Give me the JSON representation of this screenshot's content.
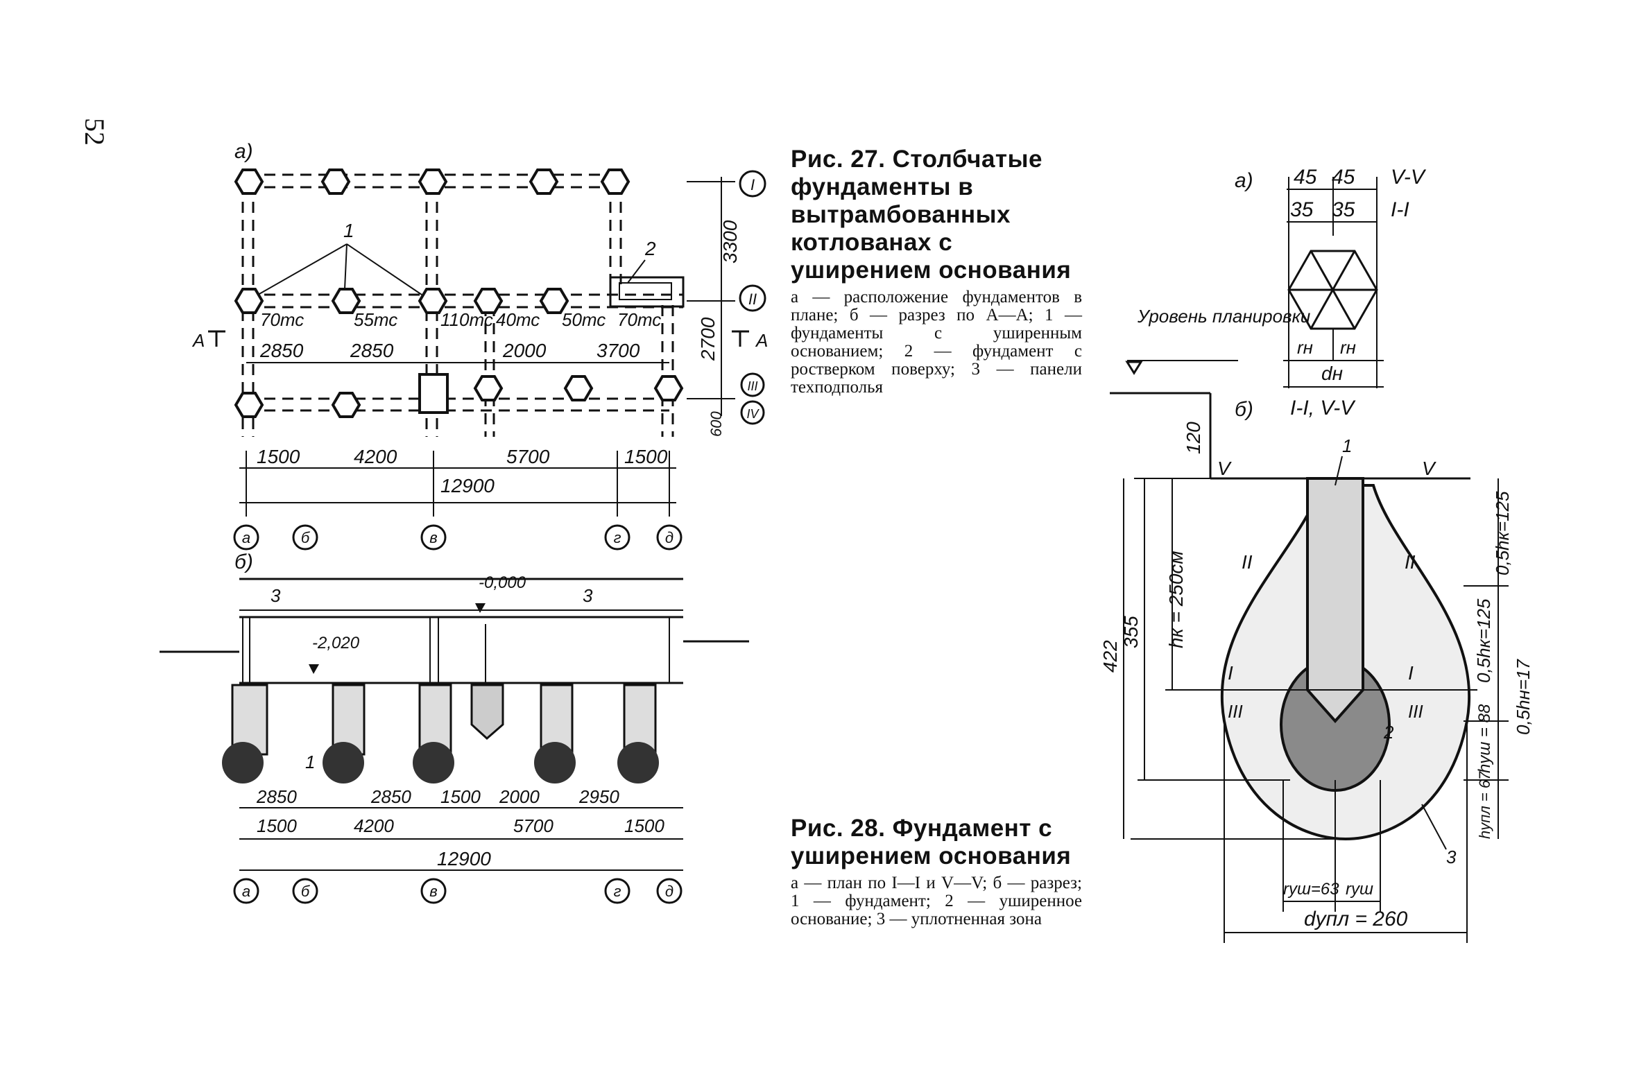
{
  "page_number": "52",
  "fig27": {
    "title": "Рис. 27. Столбчатые фундаменты в вытрамбованных котлованах с уширением основания",
    "caption": "а — расположение фундаментов в плане; б — разрез по А—А; 1 — фундаменты с уширенным основанием; 2 — фундамент с ростверком поверху; 3 — панели техподполья",
    "plan": {
      "panel_label": "а)",
      "loads": [
        "70тс",
        "55тс",
        "110тс",
        "40тс",
        "50тс",
        "70тс"
      ],
      "callout_1": "1",
      "callout_2": "2",
      "section_mark_left": "А",
      "section_mark_right": "А",
      "spans_top": [
        "2850",
        "2850",
        "2000",
        "3700"
      ],
      "row_spacings": [
        "3300",
        "2700",
        "600"
      ],
      "row_axes": [
        "I",
        "II",
        "III",
        "IV"
      ],
      "spans_bottom": [
        "1500",
        "4200",
        "5700",
        "1500"
      ],
      "total": "12900",
      "col_axes": [
        "а",
        "б",
        "в",
        "г",
        "д"
      ]
    },
    "section": {
      "panel_label": "б)",
      "callout_3a": "3",
      "callout_3b": "3",
      "callout_1": "1",
      "level_top": "-0,000",
      "level_bottom": "-2,020",
      "spans_top": [
        "2850",
        "2850",
        "1500",
        "2000",
        "2950"
      ],
      "spans_bottom": [
        "1500",
        "4200",
        "5700",
        "1500"
      ],
      "total": "12900",
      "col_axes": [
        "а",
        "б",
        "в",
        "г",
        "д"
      ]
    }
  },
  "fig28": {
    "title": "Рис. 28. Фундамент с уширением основания",
    "caption": "а — план по I—I и V—V; б — разрез; 1 — фундамент; 2 — уширенное основание; 3 — уплотненная зона",
    "plan": {
      "panel_label": "а)",
      "dims_top": [
        "45",
        "45"
      ],
      "dims_second": [
        "35",
        "35"
      ],
      "section_ids": [
        "V-V",
        "I-I"
      ],
      "radii": [
        "rн",
        "rн"
      ],
      "diameter": "dн",
      "section_bottom": "I-I, V-V"
    },
    "section": {
      "panel_label": "б)",
      "grade_label": "Уровень планировки",
      "dim_120": "120",
      "dim_422": "422",
      "dim_355": "355",
      "hk": "hк = 250см",
      "half_hk_top": "0,5hк=125",
      "half_hk_bottom": "0,5hк=125",
      "half_hn": "0,5hн=17",
      "h_ush": "hуш = 88",
      "h_upl": "hупл = 67",
      "r_ush": "rуш=63",
      "r_ush2": "rуш",
      "d_upl": "dупл = 260",
      "section_marks": [
        "V",
        "V",
        "II",
        "II",
        "I",
        "I",
        "III",
        "III"
      ],
      "callouts": [
        "1",
        "2",
        "3"
      ]
    }
  }
}
